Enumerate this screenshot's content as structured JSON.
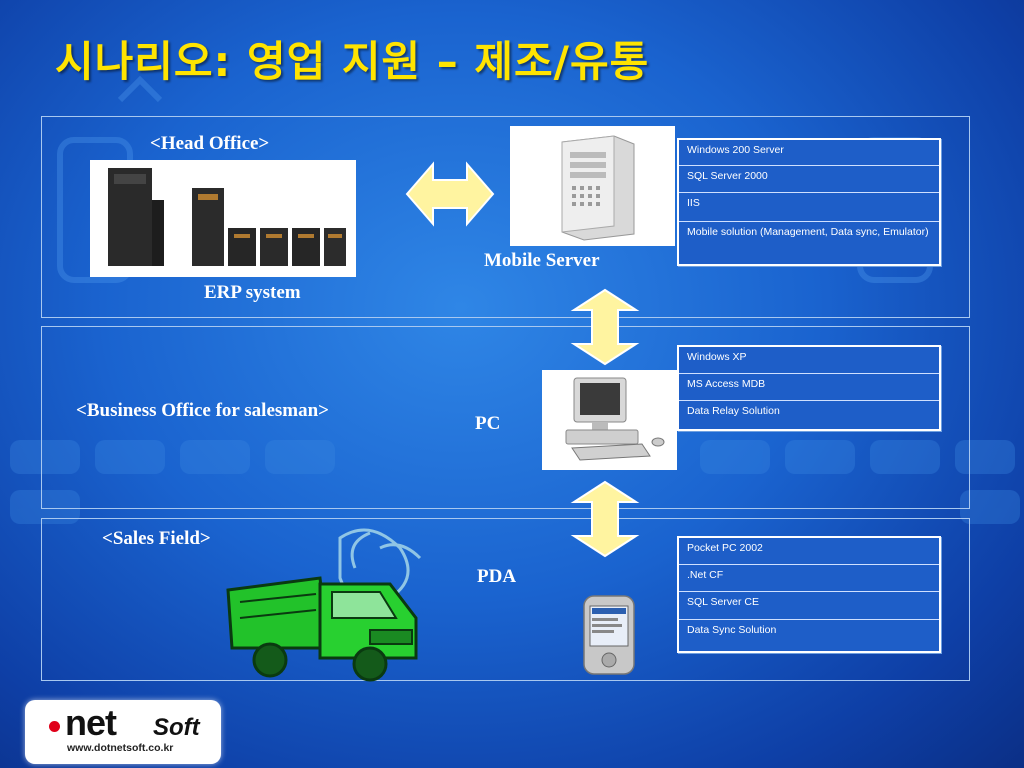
{
  "slide": {
    "title": "시나리오: 영업 지원 – 제조/유통"
  },
  "head_office": {
    "label": "<Head Office>",
    "erp_label": "ERP system",
    "server_label": "Mobile Server",
    "specs": [
      "Windows 200 Server",
      "SQL Server 2000",
      "IIS",
      "Mobile solution (Management, Data sync, Emulator)"
    ]
  },
  "business_office": {
    "label": "<Business Office for salesman>",
    "pc_label": "PC",
    "specs": [
      "Windows XP",
      "MS Access MDB",
      "Data Relay Solution"
    ]
  },
  "sales_field": {
    "label": "<Sales Field>",
    "pda_label": "PDA",
    "specs": [
      "Pocket PC 2002",
      ".Net CF",
      "SQL Server CE",
      "Data Sync Solution"
    ]
  },
  "logo": {
    "main": "net",
    "suffix": "Soft",
    "url": "www.dotnetsoft.co.kr"
  },
  "colors": {
    "title": "#ffe400",
    "arrow_fill": "#fff4a0",
    "panel_border": "#a8c8f0"
  }
}
